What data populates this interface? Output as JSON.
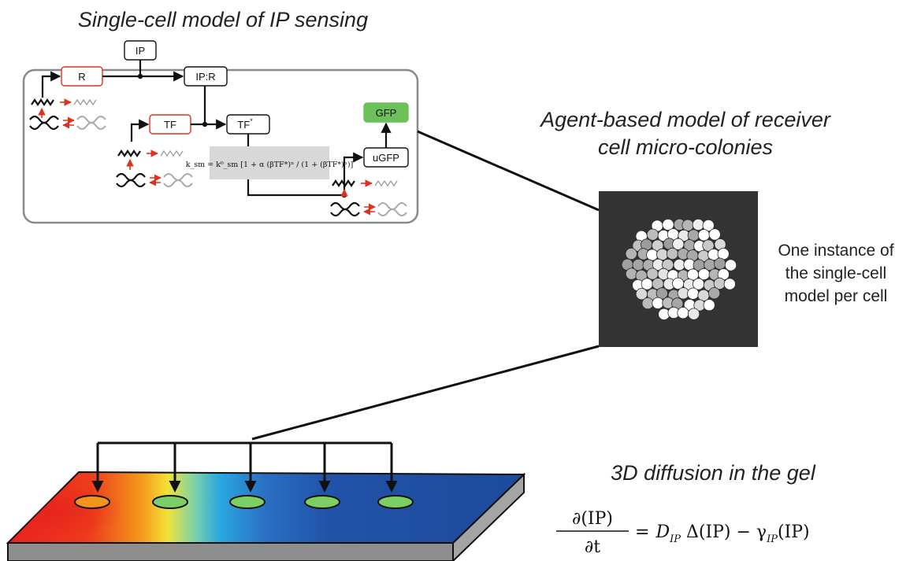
{
  "single_cell": {
    "title": "Single-cell model of IP sensing",
    "nodes": {
      "ip": "IP",
      "r": "R",
      "ipr": "IP:R",
      "tf": "TF",
      "tfstar": "TF",
      "tfstar_sup": "*",
      "gfp": "GFP",
      "ugfp": "uGFP"
    },
    "formula": "k_sm = k⁰_sm [1 + α (βTF*)ⁿ / (1 + (βTF*)ⁿ)]"
  },
  "agent_model": {
    "title_line1": "Agent-based model of receiver",
    "title_line2": "cell micro-colonies",
    "note_line1": "One instance of",
    "note_line2": "the single-cell",
    "note_line3": "model per cell"
  },
  "diffusion": {
    "title": "3D diffusion in the gel",
    "numerator": "∂(IP)",
    "denominator": "∂t",
    "rhs_equals": "=",
    "rhs_D": "D",
    "rhs_D_sub": "IP",
    "rhs_mid": " Δ(IP) − γ",
    "rhs_gamma_sub": "IP",
    "rhs_tail": "(IP)"
  },
  "colors": {
    "promoter_red": "#e0301e",
    "gfp_green": "#6ac259",
    "colony_bg": "#333333",
    "colony_green": "#7ccf62",
    "colony_orange": "#f5931f",
    "gel_blue": "#1f4ea3"
  }
}
